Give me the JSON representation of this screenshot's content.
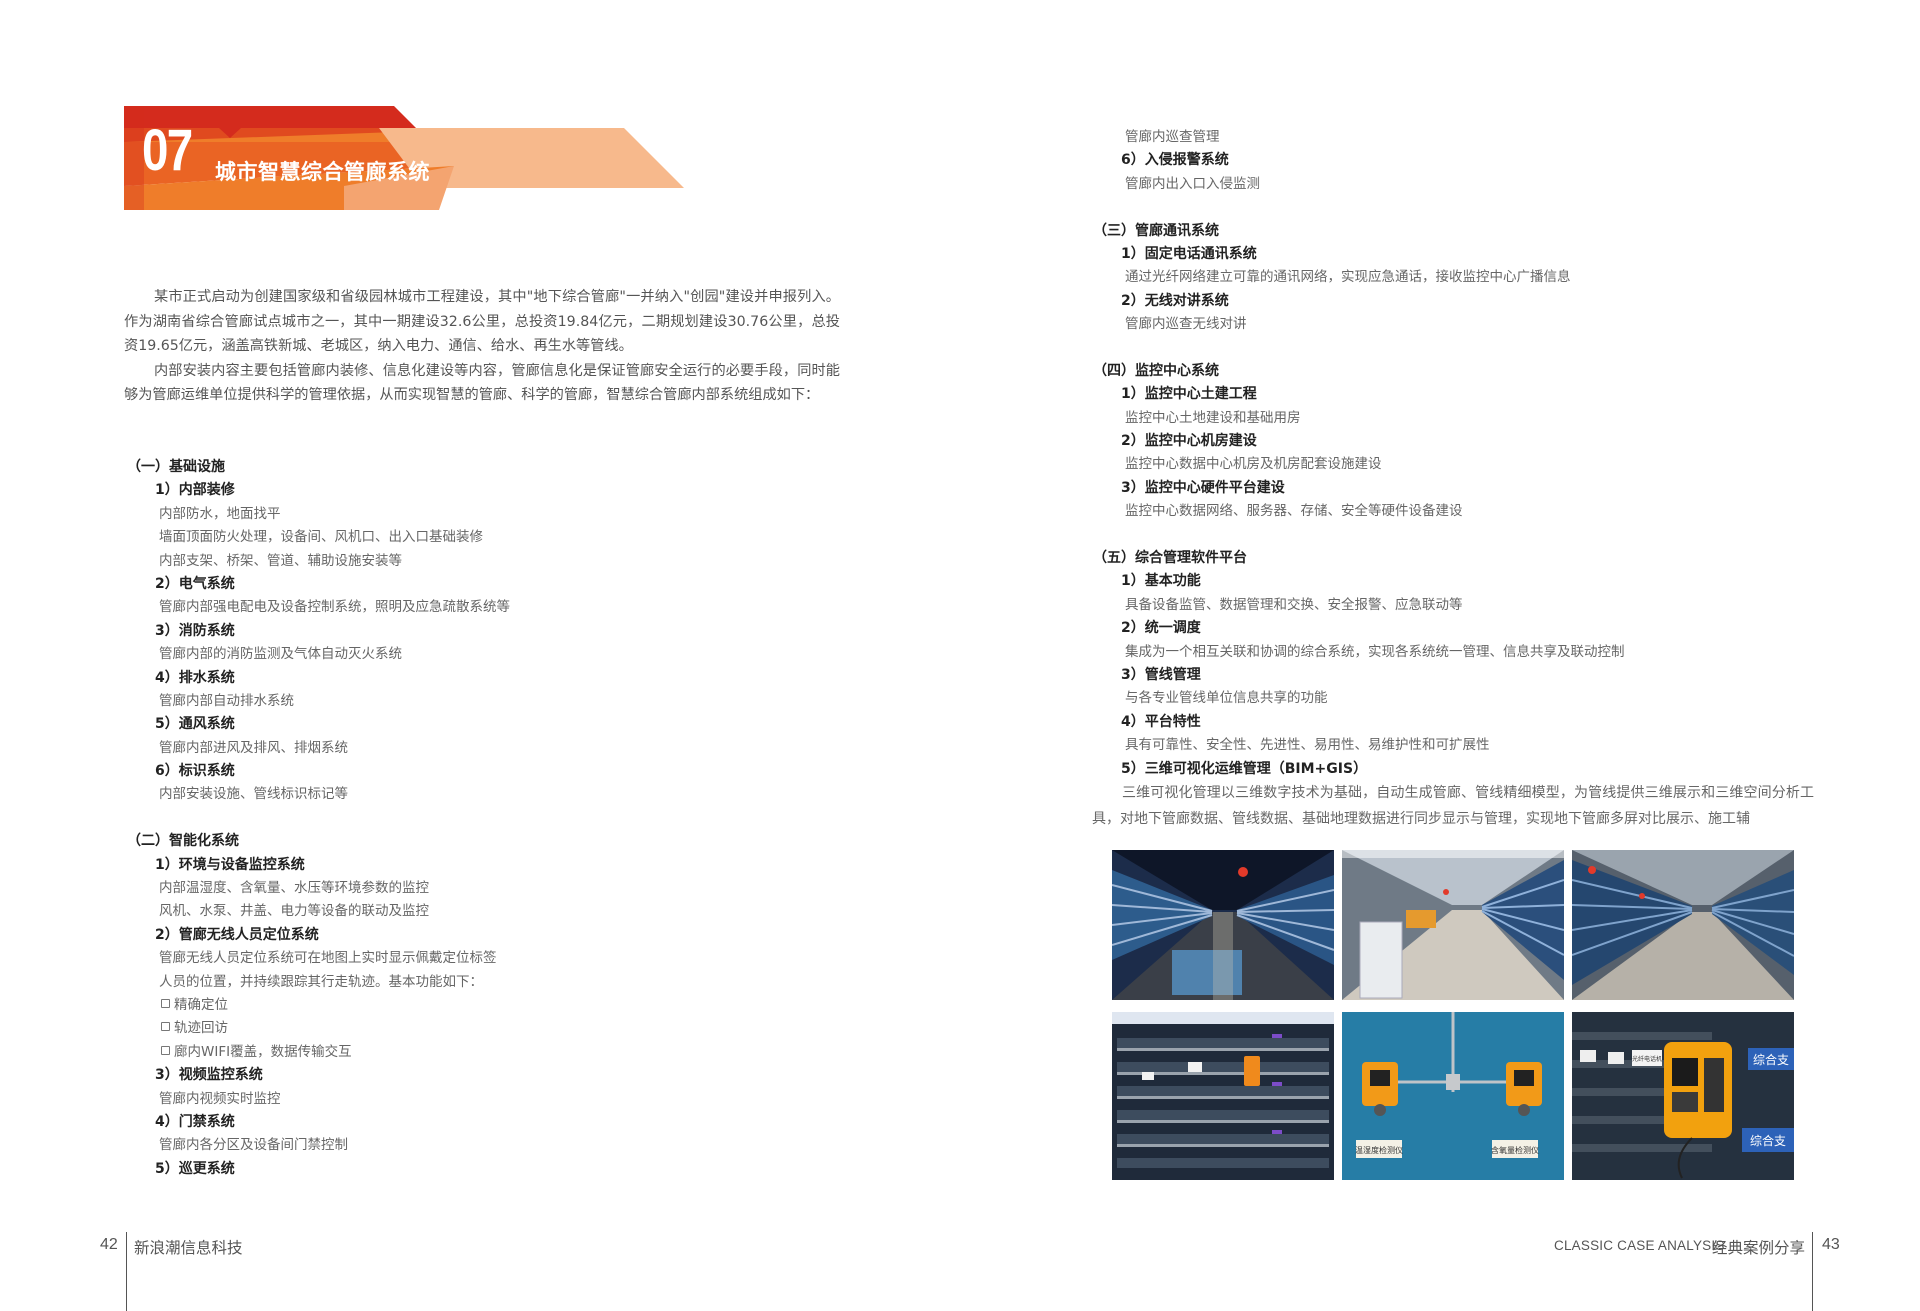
{
  "header": {
    "chapter_number": "07",
    "chapter_title": "城市智慧综合管廊系统",
    "colors": {
      "red": "#d42b1d",
      "orange": "#f07f2a",
      "light_orange": "#f7b98c"
    }
  },
  "intro": [
    "某市正式启动为创建国家级和省级园林城市工程建设，其中\"地下综合管廊\"一并纳入\"创园\"建设并申报列入。作为湖南省综合管廊试点城市之一，其中一期建设32.6公里，总投资19.84亿元，二期规划建设30.76公里，总投资19.65亿元，涵盖高铁新城、老城区，纳入电力、通信、给水、再生水等管线。",
    "内部安装内容主要包括管廊内装修、信息化建设等内容，管廊信息化是保证管廊安全运行的必要手段，同时能够为管廊运维单位提供科学的管理依据，从而实现智慧的管廊、科学的管廊，智慧综合管廊内部系统组成如下："
  ],
  "left_column": [
    {
      "t": "h1",
      "text": "（一）基础设施"
    },
    {
      "t": "h2",
      "text": "1）内部装修"
    },
    {
      "t": "d",
      "text": "内部防水，地面找平"
    },
    {
      "t": "d",
      "text": "墙面顶面防火处理，设备间、风机口、出入口基础装修"
    },
    {
      "t": "d",
      "text": "内部支架、桥架、管道、辅助设施安装等"
    },
    {
      "t": "h2",
      "text": "2）电气系统"
    },
    {
      "t": "d",
      "text": "管廊内部强电配电及设备控制系统，照明及应急疏散系统等"
    },
    {
      "t": "h2",
      "text": "3）消防系统"
    },
    {
      "t": "d",
      "text": "管廊内部的消防监测及气体自动灭火系统"
    },
    {
      "t": "h2",
      "text": "4）排水系统"
    },
    {
      "t": "d",
      "text": "管廊内部自动排水系统"
    },
    {
      "t": "h2",
      "text": "5）通风系统"
    },
    {
      "t": "d",
      "text": "管廊内部进风及排风、排烟系统"
    },
    {
      "t": "h2",
      "text": "6）标识系统"
    },
    {
      "t": "d",
      "text": "内部安装设施、管线标识标记等"
    },
    {
      "t": "gap",
      "text": ""
    },
    {
      "t": "h1",
      "text": "（二）智能化系统"
    },
    {
      "t": "h2",
      "text": "1）环境与设备监控系统"
    },
    {
      "t": "d",
      "text": "内部温湿度、含氧量、水压等环境参数的监控"
    },
    {
      "t": "d",
      "text": "风机、水泵、井盖、电力等设备的联动及监控"
    },
    {
      "t": "h2",
      "text": "2）管廊无线人员定位系统"
    },
    {
      "t": "d",
      "text": "管廊无线人员定位系统可在地图上实时显示佩戴定位标签"
    },
    {
      "t": "d",
      "text": "人员的位置，并持续跟踪其行走轨迹。基本功能如下："
    },
    {
      "t": "b",
      "text": "精确定位"
    },
    {
      "t": "b",
      "text": "轨迹回访"
    },
    {
      "t": "b",
      "text": "廊内WIFI覆盖，数据传输交互"
    },
    {
      "t": "h2",
      "text": "3）视频监控系统"
    },
    {
      "t": "d",
      "text": "管廊内视频实时监控"
    },
    {
      "t": "h2",
      "text": "4）门禁系统"
    },
    {
      "t": "d",
      "text": "管廊内各分区及设备间门禁控制"
    },
    {
      "t": "h2",
      "text": "5）巡更系统"
    }
  ],
  "right_column": [
    {
      "t": "d",
      "text": "管廊内巡查管理"
    },
    {
      "t": "h2",
      "text": "6）入侵报警系统"
    },
    {
      "t": "d",
      "text": "管廊内出入口入侵监测"
    },
    {
      "t": "gap",
      "text": ""
    },
    {
      "t": "h1",
      "text": "（三）管廊通讯系统"
    },
    {
      "t": "h2",
      "text": "1）固定电话通讯系统"
    },
    {
      "t": "d",
      "text": "通过光纤网络建立可靠的通讯网络，实现应急通话，接收监控中心广播信息"
    },
    {
      "t": "h2",
      "text": "2）无线对讲系统"
    },
    {
      "t": "d",
      "text": "管廊内巡查无线对讲"
    },
    {
      "t": "gap",
      "text": ""
    },
    {
      "t": "h1",
      "text": "（四）监控中心系统"
    },
    {
      "t": "h2",
      "text": "1）监控中心土建工程"
    },
    {
      "t": "d",
      "text": "监控中心土地建设和基础用房"
    },
    {
      "t": "h2",
      "text": "2）监控中心机房建设"
    },
    {
      "t": "d",
      "text": "监控中心数据中心机房及机房配套设施建设"
    },
    {
      "t": "h2",
      "text": "3）监控中心硬件平台建设"
    },
    {
      "t": "d",
      "text": "监控中心数据网络、服务器、存储、安全等硬件设备建设"
    },
    {
      "t": "gap",
      "text": ""
    },
    {
      "t": "h1",
      "text": "（五）综合管理软件平台"
    },
    {
      "t": "h2",
      "text": "1）基本功能"
    },
    {
      "t": "d",
      "text": "具备设备监管、数据管理和交换、安全报警、应急联动等"
    },
    {
      "t": "h2",
      "text": "2）统一调度"
    },
    {
      "t": "d",
      "text": "集成为一个相互关联和协调的综合系统，实现各系统统一管理、信息共享及联动控制"
    },
    {
      "t": "h2",
      "text": "3）管线管理"
    },
    {
      "t": "d",
      "text": "与各专业管线单位信息共享的功能"
    },
    {
      "t": "h2",
      "text": "4）平台特性"
    },
    {
      "t": "d",
      "text": "具有可靠性、安全性、先进性、易用性、易维护性和可扩展性"
    },
    {
      "t": "h2",
      "text": "5）三维可视化运维管理（BIM+GIS）"
    }
  ],
  "para_3d": "三维可视化管理以三维数字技术为基础，自动生成管廊、管线精细模型，为管线提供三维展示和三维空间分析工具，对地下管廊数据、管线数据、基础地理数据进行同步显示与管理，实现地下管廊多屏对比展示、施工辅",
  "photo_labels": {
    "p5_left": "温湿度检测仪",
    "p5_right": "含氧量检测仪",
    "p6_tag1": "综合支",
    "p6_tag2": "综合支",
    "p6_sign": "光纤电话机"
  },
  "footer": {
    "left_page": "42",
    "left_brand": "新浪潮信息科技",
    "right_label_en": "CLASSIC CASE ANALYSIS",
    "right_label_cn": "经典案例分享",
    "right_page": "43"
  }
}
